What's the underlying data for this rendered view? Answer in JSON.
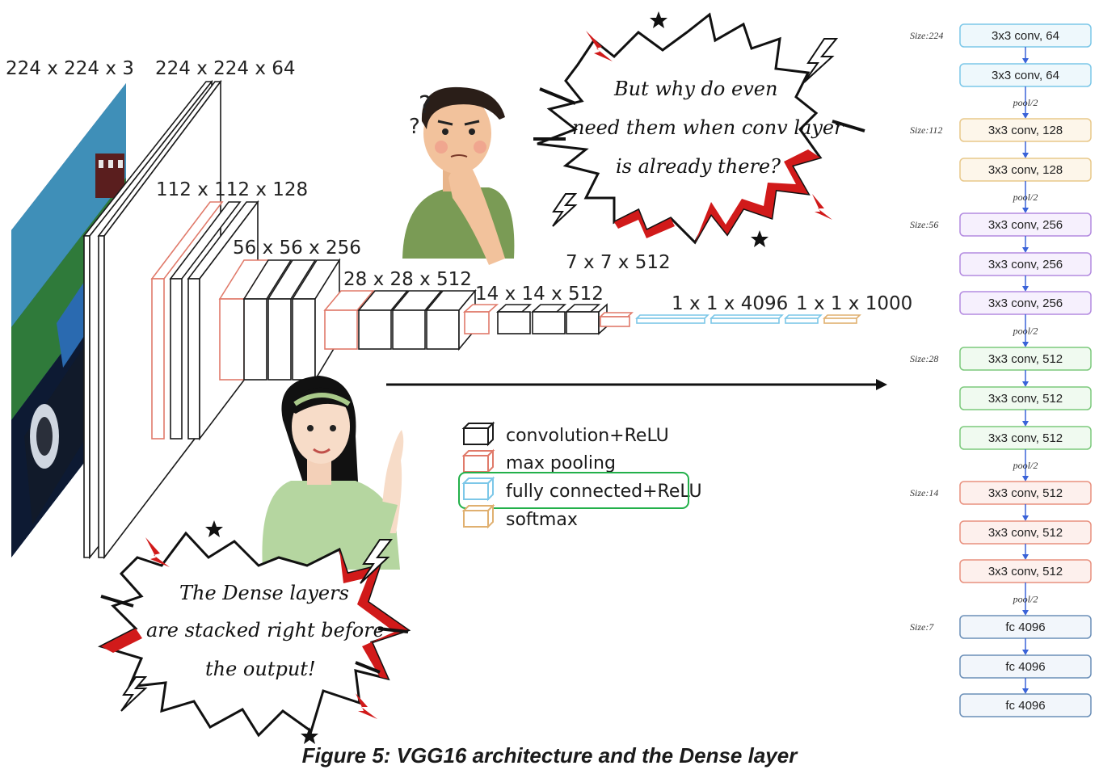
{
  "dims": {
    "input": "224 x 224 x 3",
    "conv1": "224 x 224 x 64",
    "conv2": "112 x 112 x 128",
    "conv3": "56 x 56 x 256",
    "conv4": "28 x 28 x 512",
    "conv5": "14 x 14 x 512",
    "pool5": "7 x 7 x 512",
    "fc": "1 x 1 x 4096",
    "out": "1 x 1 x 1000"
  },
  "bubbles": {
    "question": [
      "But why do even",
      "need them when conv layer",
      "is already there?"
    ],
    "answer": [
      "The Dense layers",
      "are stacked right before",
      "the output!"
    ]
  },
  "legend": [
    {
      "label": "convolution+ReLU",
      "color": "#1a1a1a"
    },
    {
      "label": "max pooling",
      "color": "#e07a6a"
    },
    {
      "label": "fully connected+ReLU",
      "color": "#7cc7e8"
    },
    {
      "label": "softmax",
      "color": "#e0b070"
    }
  ],
  "stack": {
    "rows": [
      {
        "label": "3x3 conv, 64",
        "color": "#7cc7e8",
        "fill": "#eef8fc"
      },
      {
        "label": "3x3 conv, 64",
        "color": "#7cc7e8",
        "fill": "#eef8fc"
      },
      {
        "label": "3x3 conv, 128",
        "color": "#e8c88a",
        "fill": "#fdf6ea"
      },
      {
        "label": "3x3 conv, 128",
        "color": "#e8c88a",
        "fill": "#fdf6ea"
      },
      {
        "label": "3x3 conv, 256",
        "color": "#b48be0",
        "fill": "#f6f0fd"
      },
      {
        "label": "3x3 conv, 256",
        "color": "#b48be0",
        "fill": "#f6f0fd"
      },
      {
        "label": "3x3 conv, 256",
        "color": "#b48be0",
        "fill": "#f6f0fd"
      },
      {
        "label": "3x3 conv, 512",
        "color": "#7cc97c",
        "fill": "#f0faf0"
      },
      {
        "label": "3x3 conv, 512",
        "color": "#7cc97c",
        "fill": "#f0faf0"
      },
      {
        "label": "3x3 conv, 512",
        "color": "#7cc97c",
        "fill": "#f0faf0"
      },
      {
        "label": "3x3 conv, 512",
        "color": "#e8907e",
        "fill": "#fdf0ed"
      },
      {
        "label": "3x3 conv, 512",
        "color": "#e8907e",
        "fill": "#fdf0ed"
      },
      {
        "label": "3x3 conv, 512",
        "color": "#e8907e",
        "fill": "#fdf0ed"
      },
      {
        "label": "fc 4096",
        "color": "#6b8fb8",
        "fill": "#f2f6fb"
      },
      {
        "label": "fc 4096",
        "color": "#6b8fb8",
        "fill": "#f2f6fb"
      },
      {
        "label": "fc 4096",
        "color": "#6b8fb8",
        "fill": "#f2f6fb"
      }
    ],
    "sizes": [
      "Size:224",
      "Size:112",
      "Size:56",
      "Size:28",
      "Size:14",
      "Size:7"
    ],
    "pool_label": "pool/2",
    "arrow_color": "#3a63d8"
  },
  "caption": "Figure 5: VGG16 architecture and the Dense layer"
}
